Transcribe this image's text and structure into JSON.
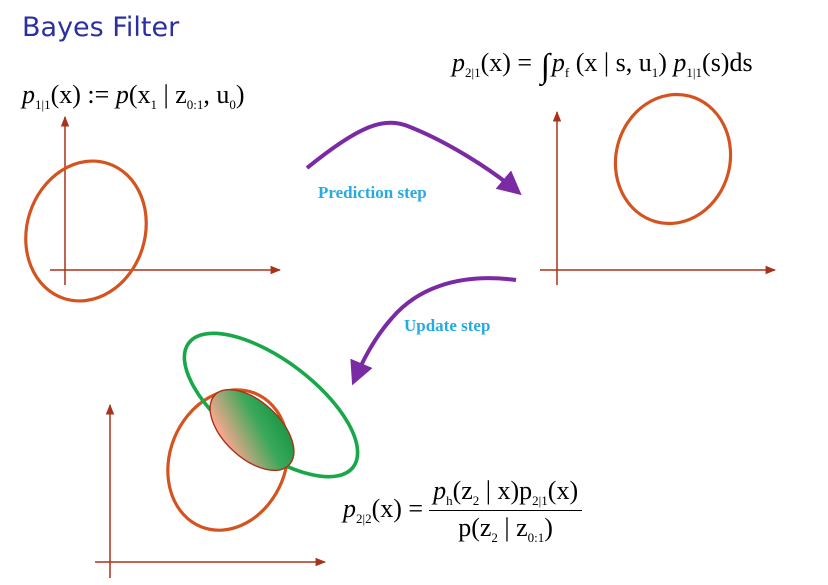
{
  "title": "Bayes Filter",
  "labels": {
    "prediction": "Prediction step",
    "update": "Update step"
  },
  "formulas": {
    "f1": {
      "lhs_p": "p",
      "lhs_sub": "1|1",
      "lhs_rest": "(x) := ",
      "rhs_p": "p",
      "rhs_args": "(x",
      "rhs_sub1": "1",
      "rhs_mid": " | z",
      "rhs_sub2": "0:1",
      "rhs_mid2": ", u",
      "rhs_sub3": "0",
      "rhs_end": ")"
    },
    "f2": {
      "lhs_p": "p",
      "lhs_sub": "2|1",
      "lhs_rest": "(x) = ",
      "int": "∫",
      "pf": "p",
      "pf_sub": "f",
      "args": " (x | s, u",
      "args_sub": "1",
      "args_end": ") ",
      "p2": "p",
      "p2_sub": "1|1",
      "end": "(s)ds"
    },
    "f3": {
      "lhs_p": "p",
      "lhs_sub": "2|2",
      "lhs_rest": "(x) =",
      "num_p": "p",
      "num_sub": "h",
      "num_a": "(z",
      "num_sub2": "2",
      "num_b": " | x)p",
      "num_sub3": "2|1",
      "num_c": "(x)",
      "den_a": "p(z",
      "den_sub": "2",
      "den_b": " | z",
      "den_sub2": "0:1",
      "den_c": ")"
    }
  },
  "colors": {
    "title": "#2b2fa0",
    "axis": "#a8331c",
    "belief": "#d4541f",
    "measurement": "#18a84a",
    "arrow": "#7a2aa3",
    "step_label": "#27a9e1",
    "posterior_top": "#22a050",
    "posterior_bottom": "#f2a38e"
  }
}
